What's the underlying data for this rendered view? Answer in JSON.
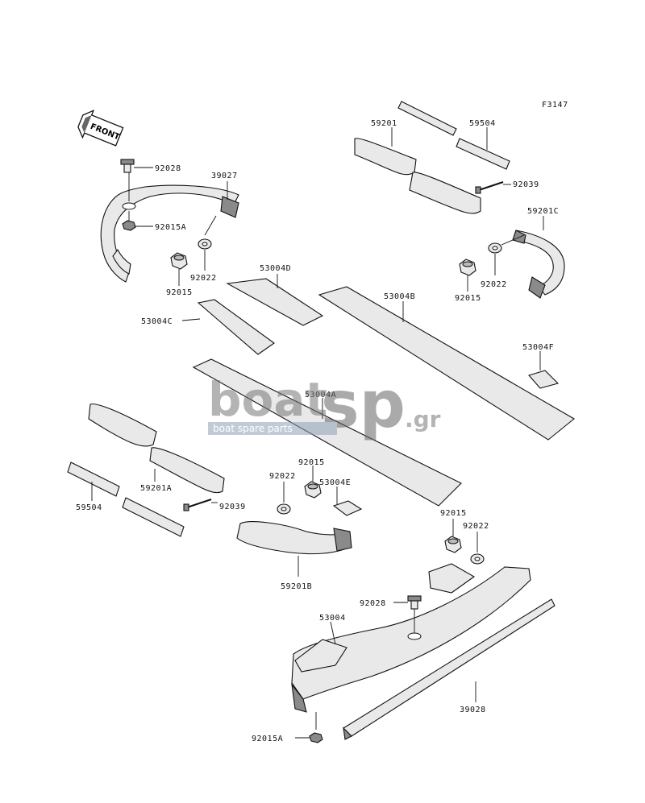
{
  "figure_code": "F3147",
  "direction_label": "FRONT",
  "watermark": {
    "word_main": "boat",
    "word_accent": "sp",
    "suffix": ".gr",
    "tagline": "boat spare parts"
  },
  "labels": {
    "p92028_top": "92028",
    "p39027": "39027",
    "p92015a_top": "92015A",
    "p92022_left": "92022",
    "p92015_left": "92015",
    "p59201": "59201",
    "p59504_top": "59504",
    "p92039_top": "92039",
    "p59201c": "59201C",
    "p92022_right": "92022",
    "p92015_right": "92015",
    "p53004d": "53004D",
    "p53004b": "53004B",
    "p53004c": "53004C",
    "p53004f": "53004F",
    "p53004a": "53004A",
    "p59201a": "59201A",
    "p59504_bottom": "59504",
    "p92039_bottom": "92039",
    "p92015_mid": "92015",
    "p92022_mid": "92022",
    "p53004e": "53004E",
    "p59201b": "59201B",
    "p92015_low": "92015",
    "p92022_low": "92022",
    "p92028_low": "92028",
    "p53004": "53004",
    "p39028": "39028",
    "p92015a_bottom": "92015A"
  }
}
